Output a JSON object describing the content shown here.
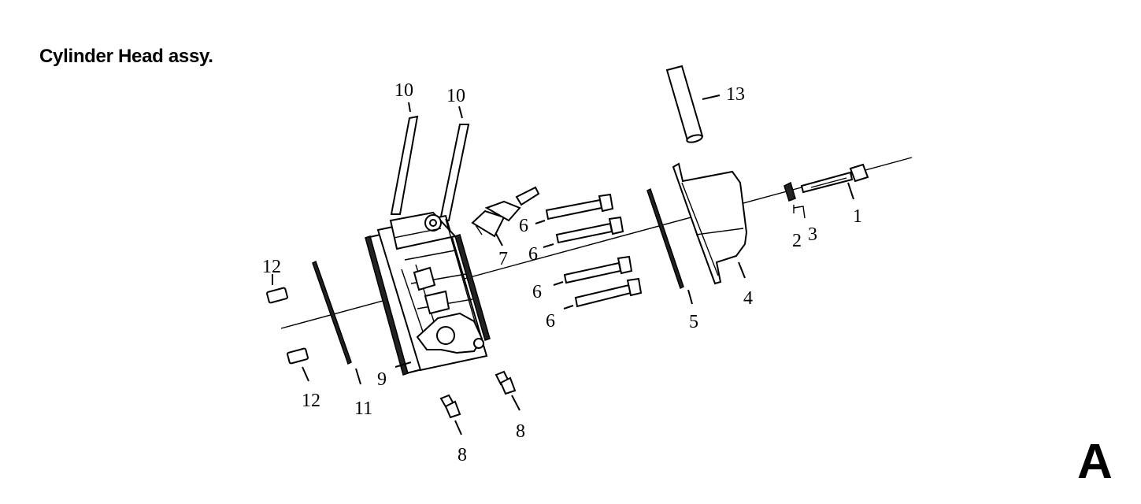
{
  "title": "Cylinder Head assy.",
  "page_mark": "A",
  "callouts": {
    "c1": "1",
    "c2": "2",
    "c3": "3",
    "c4": "4",
    "c5": "5",
    "c6a": "6",
    "c6b": "6",
    "c6c": "6",
    "c6d": "6",
    "c7": "7",
    "c8a": "8",
    "c8b": "8",
    "c9": "9",
    "c10a": "10",
    "c10b": "10",
    "c11": "11",
    "c12a": "12",
    "c12b": "12",
    "c13": "13"
  }
}
